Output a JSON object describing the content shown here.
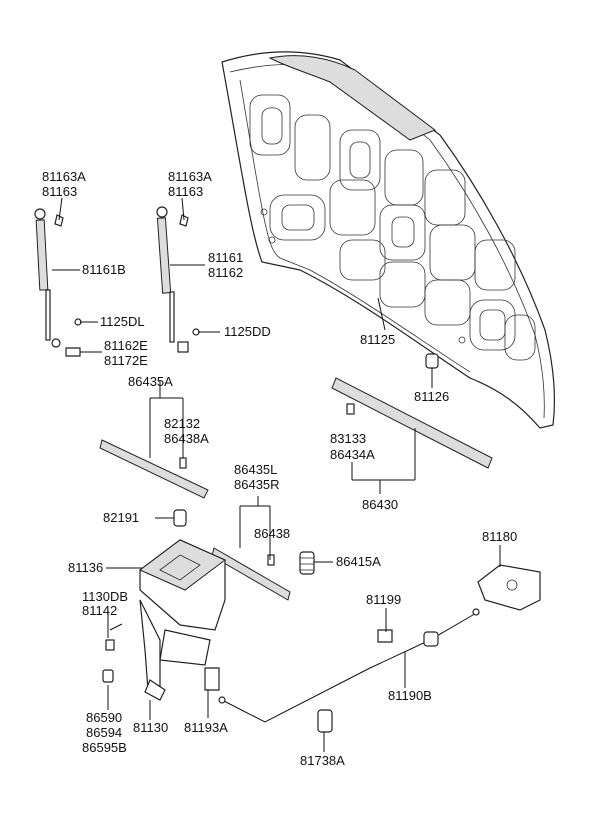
{
  "labels": {
    "l81163a_left": "81163A",
    "l81163_left": "81163",
    "l81163a_mid": "81163A",
    "l81163_mid": "81163",
    "l81161b": "81161B",
    "l1125dl": "1125DL",
    "l81162e": "81162E",
    "l81172e": "81172E",
    "l81161": "81161",
    "l81162": "81162",
    "l1125dd": "1125DD",
    "l81125": "81125",
    "l81126": "81126",
    "l86435a": "86435A",
    "l82132": "82132",
    "l86438a": "86438A",
    "l83133": "83133",
    "l86434a": "86434A",
    "l86430": "86430",
    "l86435l": "86435L",
    "l86435r": "86435R",
    "l82191": "82191",
    "l86438": "86438",
    "l86415a": "86415A",
    "l81136": "81136",
    "l81180": "81180",
    "l1130db": "1130DB",
    "l81142": "81142",
    "l81199": "81199",
    "l81190b": "81190B",
    "l86590": "86590",
    "l86594": "86594",
    "l86595b": "86595B",
    "l81130": "81130",
    "l81193a": "81193A",
    "l81738a": "81738A"
  },
  "colors": {
    "line": "#111111",
    "shade": "#dddddd",
    "background": "#ffffff"
  }
}
